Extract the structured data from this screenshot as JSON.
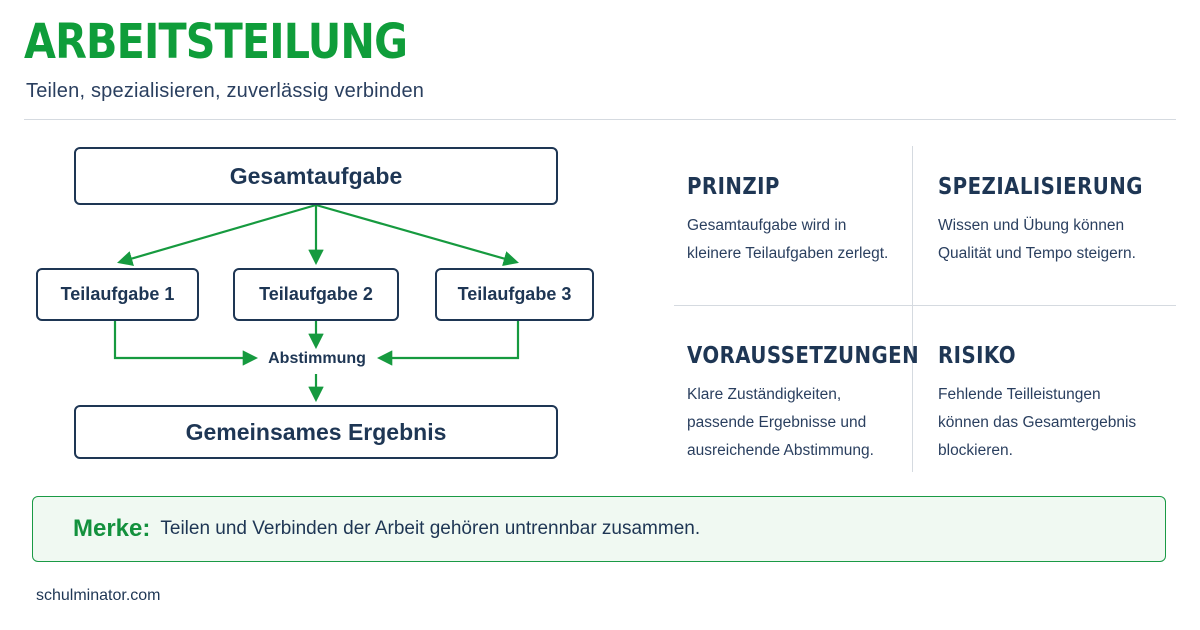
{
  "header": {
    "title": "ARBEITSTEILUNG",
    "subtitle": "Teilen, spezialisieren, zuverlässig verbinden"
  },
  "diagram": {
    "top": "Gesamtaufgabe",
    "subtasks": [
      "Teilaufgabe 1",
      "Teilaufgabe 2",
      "Teilaufgabe 3"
    ],
    "merge": "Abstimmung",
    "bottom": "Gemeinsames Ergebnis"
  },
  "info": [
    {
      "heading": "PRINZIP",
      "lines": [
        "Gesamtaufgabe wird in",
        "kleinere Teilaufgaben zerlegt."
      ]
    },
    {
      "heading": "SPEZIALISIERUNG",
      "lines": [
        "Wissen und Übung können",
        "Qualität und Tempo steigern."
      ]
    },
    {
      "heading": "VORAUSSETZUNGEN",
      "lines": [
        "Klare Zuständigkeiten,",
        "passende Ergebnisse und",
        "ausreichende Abstimmung."
      ]
    },
    {
      "heading": "RISIKO",
      "lines": [
        "Fehlende Teilleistungen",
        "können das Gesamtergebnis",
        "blockieren."
      ]
    }
  ],
  "note": {
    "label": "Merke:",
    "text": "Teilen und Verbinden der Arbeit gehören untrennbar zusammen."
  },
  "footer": "schulminator.com",
  "colors": {
    "accent_green": "#0f9d3a",
    "navy": "#1e3654",
    "note_bg": "#f0f9f2",
    "rule": "#d5dae0"
  }
}
